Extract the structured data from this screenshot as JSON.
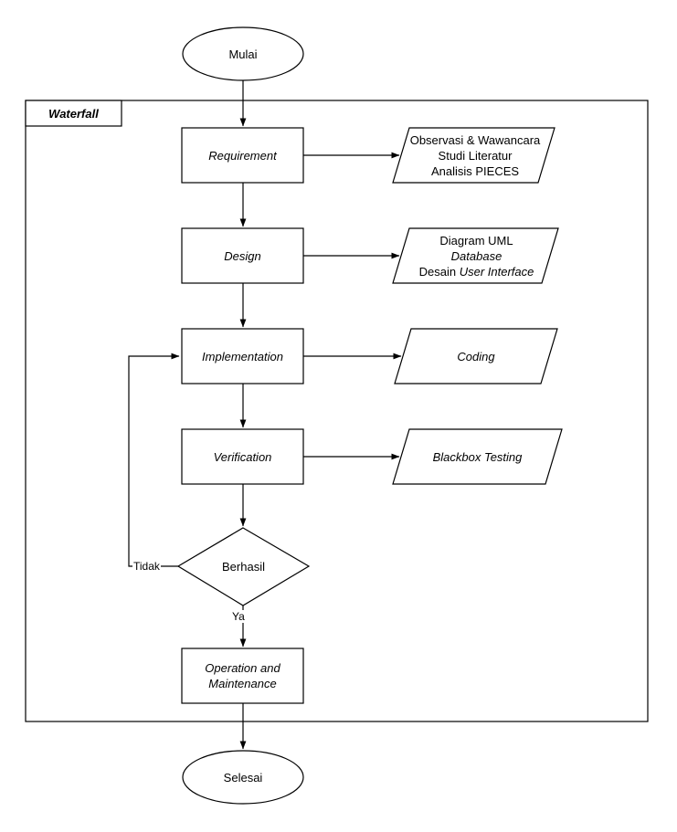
{
  "diagram": {
    "title_label": "Waterfall",
    "nodes": {
      "start": {
        "label": "Mulai",
        "shape": "ellipse"
      },
      "requirement": {
        "label": "Requirement",
        "shape": "process"
      },
      "design": {
        "label": "Design",
        "shape": "process"
      },
      "implementation": {
        "label": "Implementation",
        "shape": "process"
      },
      "verification": {
        "label": "Verification",
        "shape": "process"
      },
      "decision": {
        "label": "Berhasil",
        "shape": "decision"
      },
      "operation": {
        "label": "Operation and Maintenance",
        "label_line1": "Operation and",
        "label_line2": "Maintenance",
        "shape": "process"
      },
      "end": {
        "label": "Selesai",
        "shape": "ellipse"
      }
    },
    "artifacts": {
      "requirement_output": {
        "shape": "parallelogram",
        "line1": "Observasi & Wawancara",
        "line2": "Studi Literatur",
        "line3": "Analisis PIECES"
      },
      "design_output": {
        "shape": "parallelogram",
        "line1": "Diagram UML",
        "line2": "Database",
        "line3_plain": "Desain ",
        "line3_italic": "User Interface"
      },
      "implementation_output": {
        "shape": "parallelogram",
        "line1": "Coding"
      },
      "verification_output": {
        "shape": "parallelogram",
        "line1": "Blackbox Testing"
      }
    },
    "edge_labels": {
      "no": "Tidak",
      "yes": "Ya"
    },
    "colors": {
      "stroke": "#000000",
      "fill": "#ffffff",
      "text": "#000000"
    }
  }
}
